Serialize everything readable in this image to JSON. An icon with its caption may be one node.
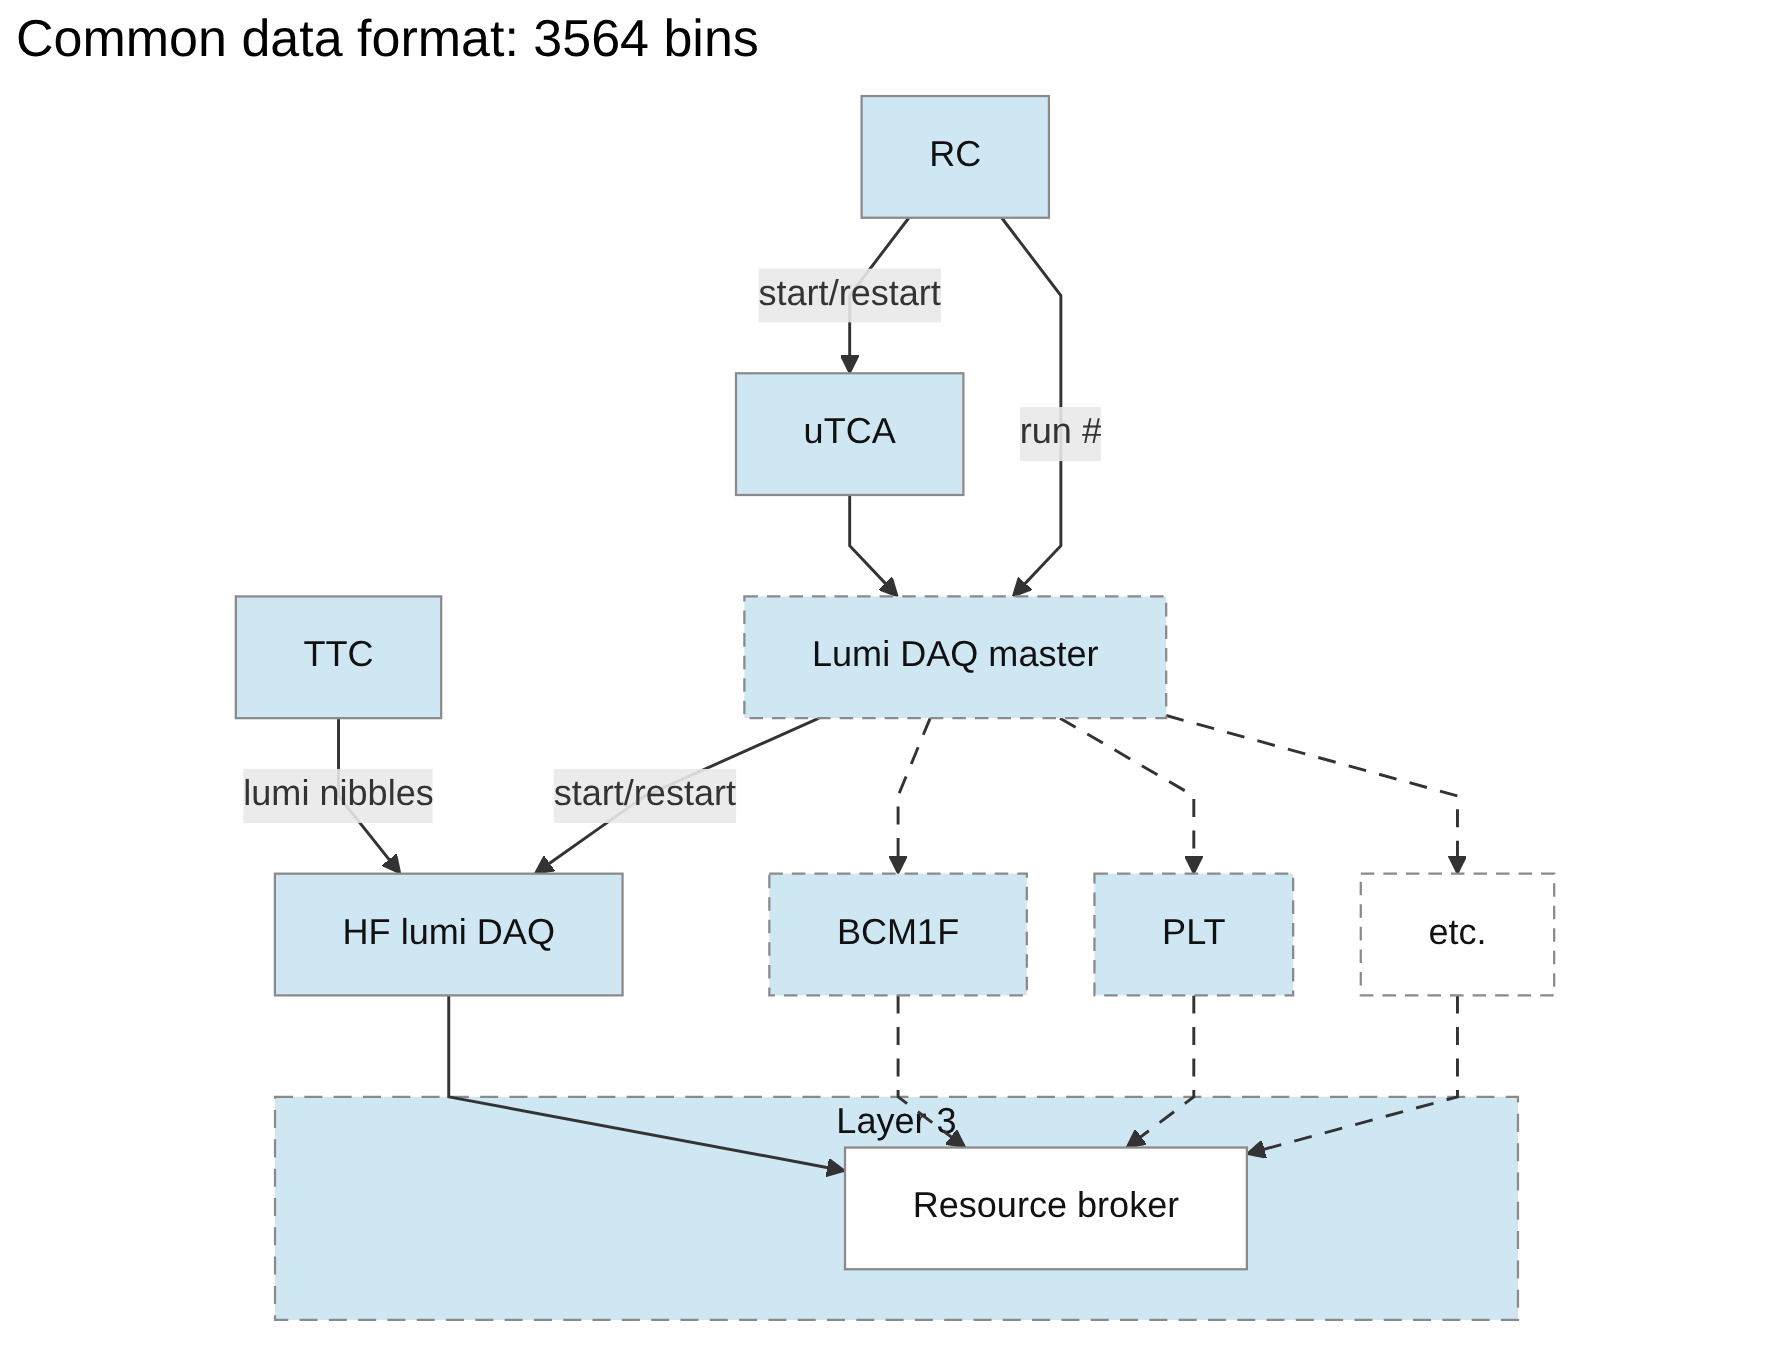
{
  "diagram": {
    "title": "Common data format: 3564 bins",
    "nodes": [
      {
        "text": [
          "TTC"
        ]
      },
      {
        "text": [
          "RC"
        ]
      },
      {
        "text": [
          "uTCA"
        ]
      },
      {
        "text": [
          "Lumi DAQ master"
        ]
      },
      {
        "text": [
          "HF lumi DAQ"
        ]
      },
      {
        "text": [
          "BCM1F"
        ]
      },
      {
        "text": [
          "PLT"
        ]
      },
      {
        "text": [
          "etc."
        ]
      },
      {
        "text": [
          "Layer 3"
        ]
      },
      {
        "text": [
          "Resource broker"
        ],
        "in": 8
      }
    ],
    "edges": [
      {
        "from": 1,
        "to": 2,
        "arrow": "to",
        "label": "start/restart"
      },
      {
        "from": 2,
        "to": 3,
        "arrow": "to"
      },
      {
        "from": 1,
        "to": 3,
        "arrow": "to",
        "label": "run #"
      },
      {
        "from": 0,
        "to": 4,
        "arrow": "to",
        "label": "lumi nibbles"
      },
      {
        "from": 3,
        "to": 4,
        "arrow": "to",
        "label": "start/restart"
      },
      {
        "from": 3,
        "to": 5,
        "arrow": "to",
        "style": "dashed"
      },
      {
        "from": 3,
        "to": 6,
        "arrow": "to",
        "style": "dashed"
      },
      {
        "from": 3,
        "to": 7,
        "arrow": "to",
        "style": "dashed"
      },
      {
        "from": 4,
        "to": 9,
        "arrow": "to"
      },
      {
        "from": 5,
        "to": 9,
        "arrow": "to",
        "style": "dashed"
      },
      {
        "from": 6,
        "to": 9,
        "arrow": "to",
        "style": "dashed"
      },
      {
        "from": 7,
        "to": 9,
        "arrow": "to",
        "style": "dashed"
      }
    ]
  }
}
